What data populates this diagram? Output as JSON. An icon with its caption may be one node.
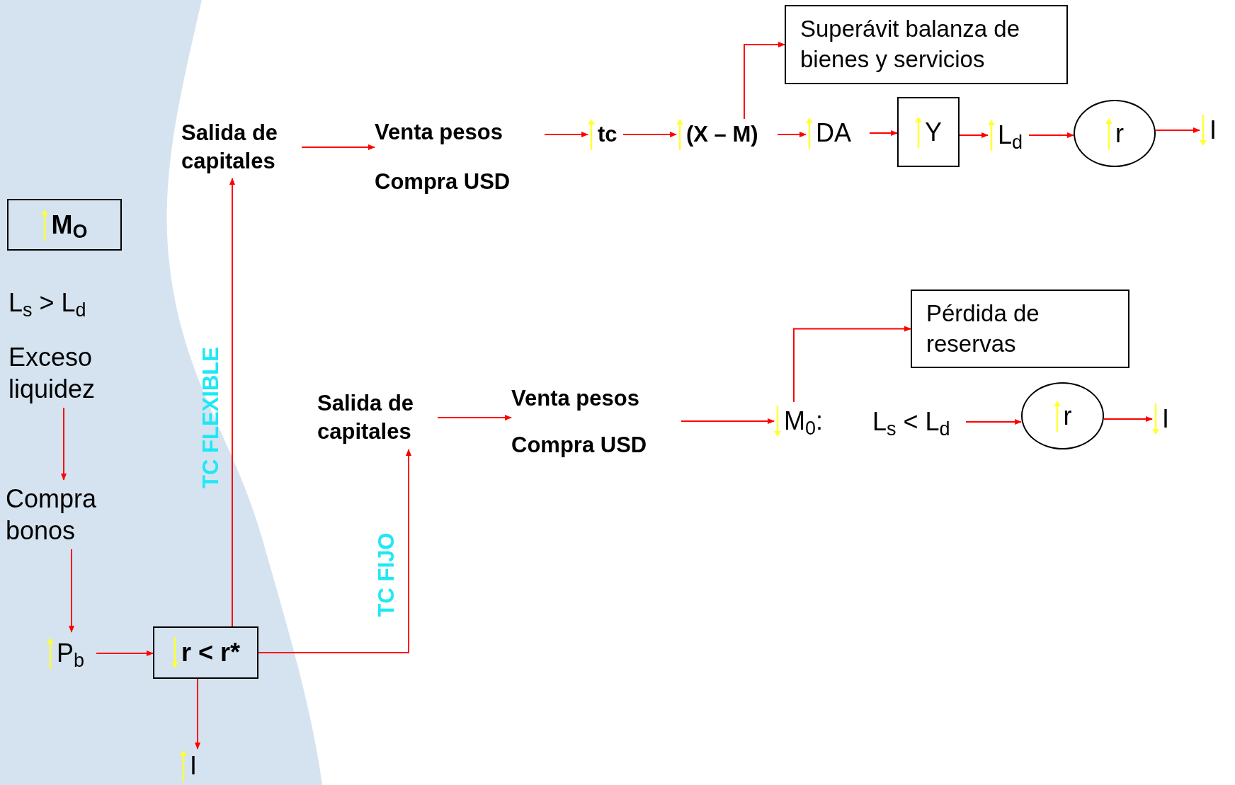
{
  "diagram": {
    "nodes": [
      {
        "text": [
          "M$_{O}$"
        ]
      },
      {
        "text": [
          "L$_{s}$ > L$_{d}$"
        ]
      },
      {
        "text": [
          "Exceso liquidez"
        ]
      },
      {
        "text": [
          "Compra bonos"
        ]
      },
      {
        "text": [
          "P$_{b}$"
        ]
      },
      {
        "text": [
          "r < r*"
        ]
      },
      {
        "text": [
          "I"
        ]
      },
      {
        "text": [
          "Salida de capitales"
        ]
      },
      {
        "text": [
          "Venta pesos",
          "Compra USD"
        ]
      },
      {
        "text": [
          "tc"
        ]
      },
      {
        "text": [
          "(X – M)"
        ]
      },
      {
        "text": [
          "DA"
        ]
      },
      {
        "text": [
          "Y"
        ]
      },
      {
        "text": [
          "L$_{d}$"
        ]
      },
      {
        "text": [
          "r"
        ]
      },
      {
        "text": [
          "I"
        ]
      },
      {
        "text": [
          "Superávit balanza de bienes y servicios"
        ]
      },
      {
        "text": [
          "Salida de capitales"
        ]
      },
      {
        "text": [
          "Venta pesos",
          "Compra USD"
        ]
      },
      {
        "text": [
          "M$_{0}$:"
        ]
      },
      {
        "text": [
          "L$_{s}$ < L$_{d}$"
        ]
      },
      {
        "text": [
          "r"
        ]
      },
      {
        "text": [
          "I"
        ]
      },
      {
        "text": [
          "Pérdida de reservas"
        ]
      }
    ],
    "edges": [
      {
        "from": 2,
        "to": 3,
        "arrow": "to"
      },
      {
        "from": 3,
        "to": 4,
        "arrow": "to"
      },
      {
        "from": 4,
        "to": 5,
        "arrow": "to"
      },
      {
        "from": 5,
        "to": 6,
        "arrow": "to"
      },
      {
        "from": 5,
        "to": 7,
        "arrow": "to",
        "label": "TC FLEXIBLE"
      },
      {
        "from": 5,
        "to": 17,
        "arrow": "to",
        "label": "TC FIJO"
      },
      {
        "from": 7,
        "to": 8,
        "arrow": "to"
      },
      {
        "from": 8,
        "to": 9,
        "arrow": "to"
      },
      {
        "from": 9,
        "to": 10,
        "arrow": "to"
      },
      {
        "from": 10,
        "to": 11,
        "arrow": "to"
      },
      {
        "from": 11,
        "to": 12,
        "arrow": "to"
      },
      {
        "from": 12,
        "to": 13,
        "arrow": "to"
      },
      {
        "from": 13,
        "to": 14,
        "arrow": "to"
      },
      {
        "from": 14,
        "to": 15,
        "arrow": "to"
      },
      {
        "from": 10,
        "to": 16,
        "arrow": "to"
      },
      {
        "from": 17,
        "to": 18,
        "arrow": "to"
      },
      {
        "from": 18,
        "to": 19,
        "arrow": "to"
      },
      {
        "from": 19,
        "to": 23,
        "arrow": "to"
      },
      {
        "from": 20,
        "to": 21,
        "arrow": "to"
      },
      {
        "from": 21,
        "to": 22,
        "arrow": "to"
      }
    ]
  }
}
